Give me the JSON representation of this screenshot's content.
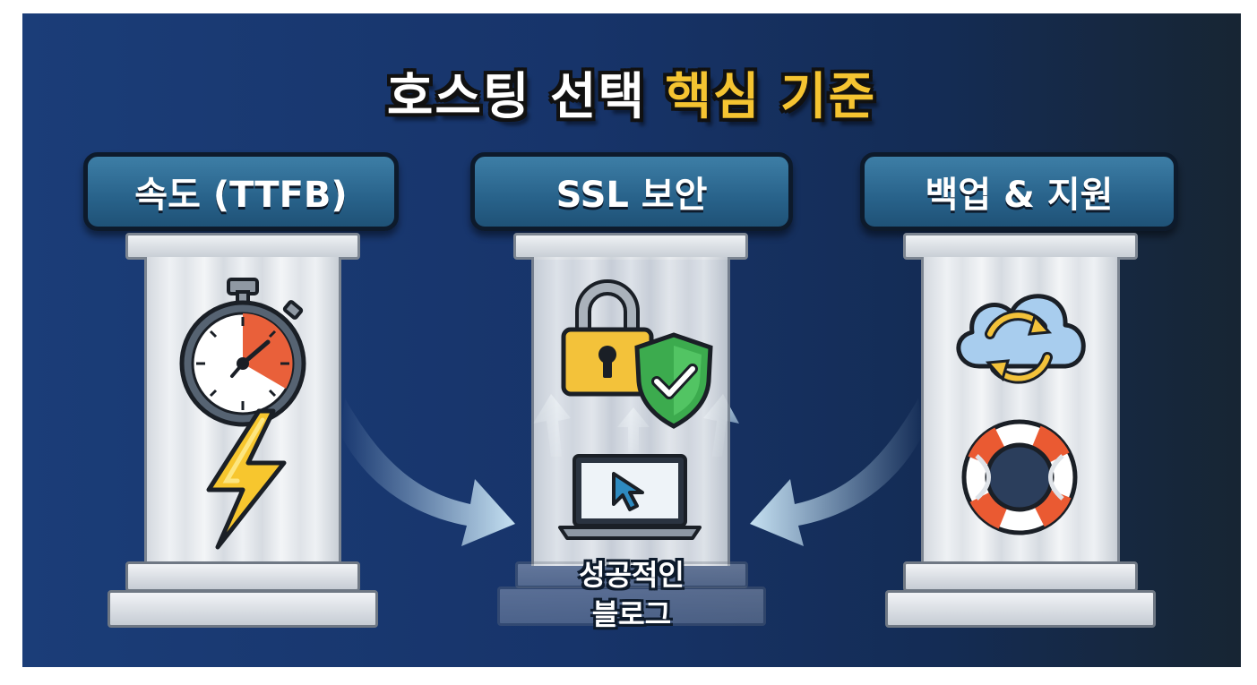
{
  "title": {
    "main": "호스팅 선택",
    "accent": "핵심 기준"
  },
  "pillars": [
    {
      "label": "속도 (TTFB)",
      "icons": [
        "stopwatch-icon",
        "lightning-icon"
      ]
    },
    {
      "label": "SSL 보안",
      "icons": [
        "padlock-icon",
        "shield-check-icon"
      ]
    },
    {
      "label": "백업 & 지원",
      "icons": [
        "cloud-sync-icon",
        "lifebuoy-icon"
      ]
    }
  ],
  "center": {
    "line1": "성공적인",
    "line2": "블로그",
    "icon": "laptop-cursor-icon"
  },
  "colors": {
    "background": "#17346a",
    "accent": "#f5c431",
    "header": "#2b6a93",
    "stopwatch_red": "#e9603a",
    "shield_green": "#3cab4e",
    "lock_yellow": "#f3c23a",
    "lifebuoy_orange": "#ea5a32",
    "cloud_blue": "#9cc3e8"
  }
}
